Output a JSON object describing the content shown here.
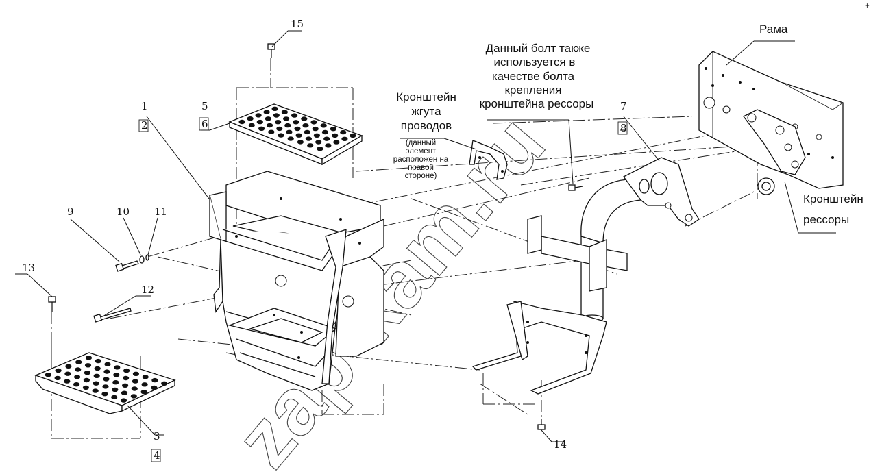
{
  "watermark": "zap-kam.ru",
  "corner_mark": "+",
  "part_numbers": {
    "p1": "1",
    "p2": "2",
    "p3": "3",
    "p4": "4",
    "p5": "5",
    "p6": "6",
    "p7": "7",
    "p8": "8",
    "p9": "9",
    "p10": "10",
    "p11": "11",
    "p12": "12",
    "p13": "13",
    "p14": "14",
    "p15": "15"
  },
  "labels": {
    "frame": "Рама",
    "spring_bracket_l1": "Кронштейн",
    "spring_bracket_l2": "рессоры",
    "bolt_note_l1": "Данный болт также",
    "bolt_note_l2": "используется в",
    "bolt_note_l3": "качестве болта",
    "bolt_note_l4": "крепления",
    "bolt_note_l5": "кронштейна рессоры",
    "harness_l1": "Кронштейн",
    "harness_l2": "жгута",
    "harness_l3": "проводов",
    "harness_note_l1": "(данный",
    "harness_note_l2": "элемент",
    "harness_note_l3": "расположен на",
    "harness_note_l4": "правой",
    "harness_note_l5": "стороне)"
  }
}
